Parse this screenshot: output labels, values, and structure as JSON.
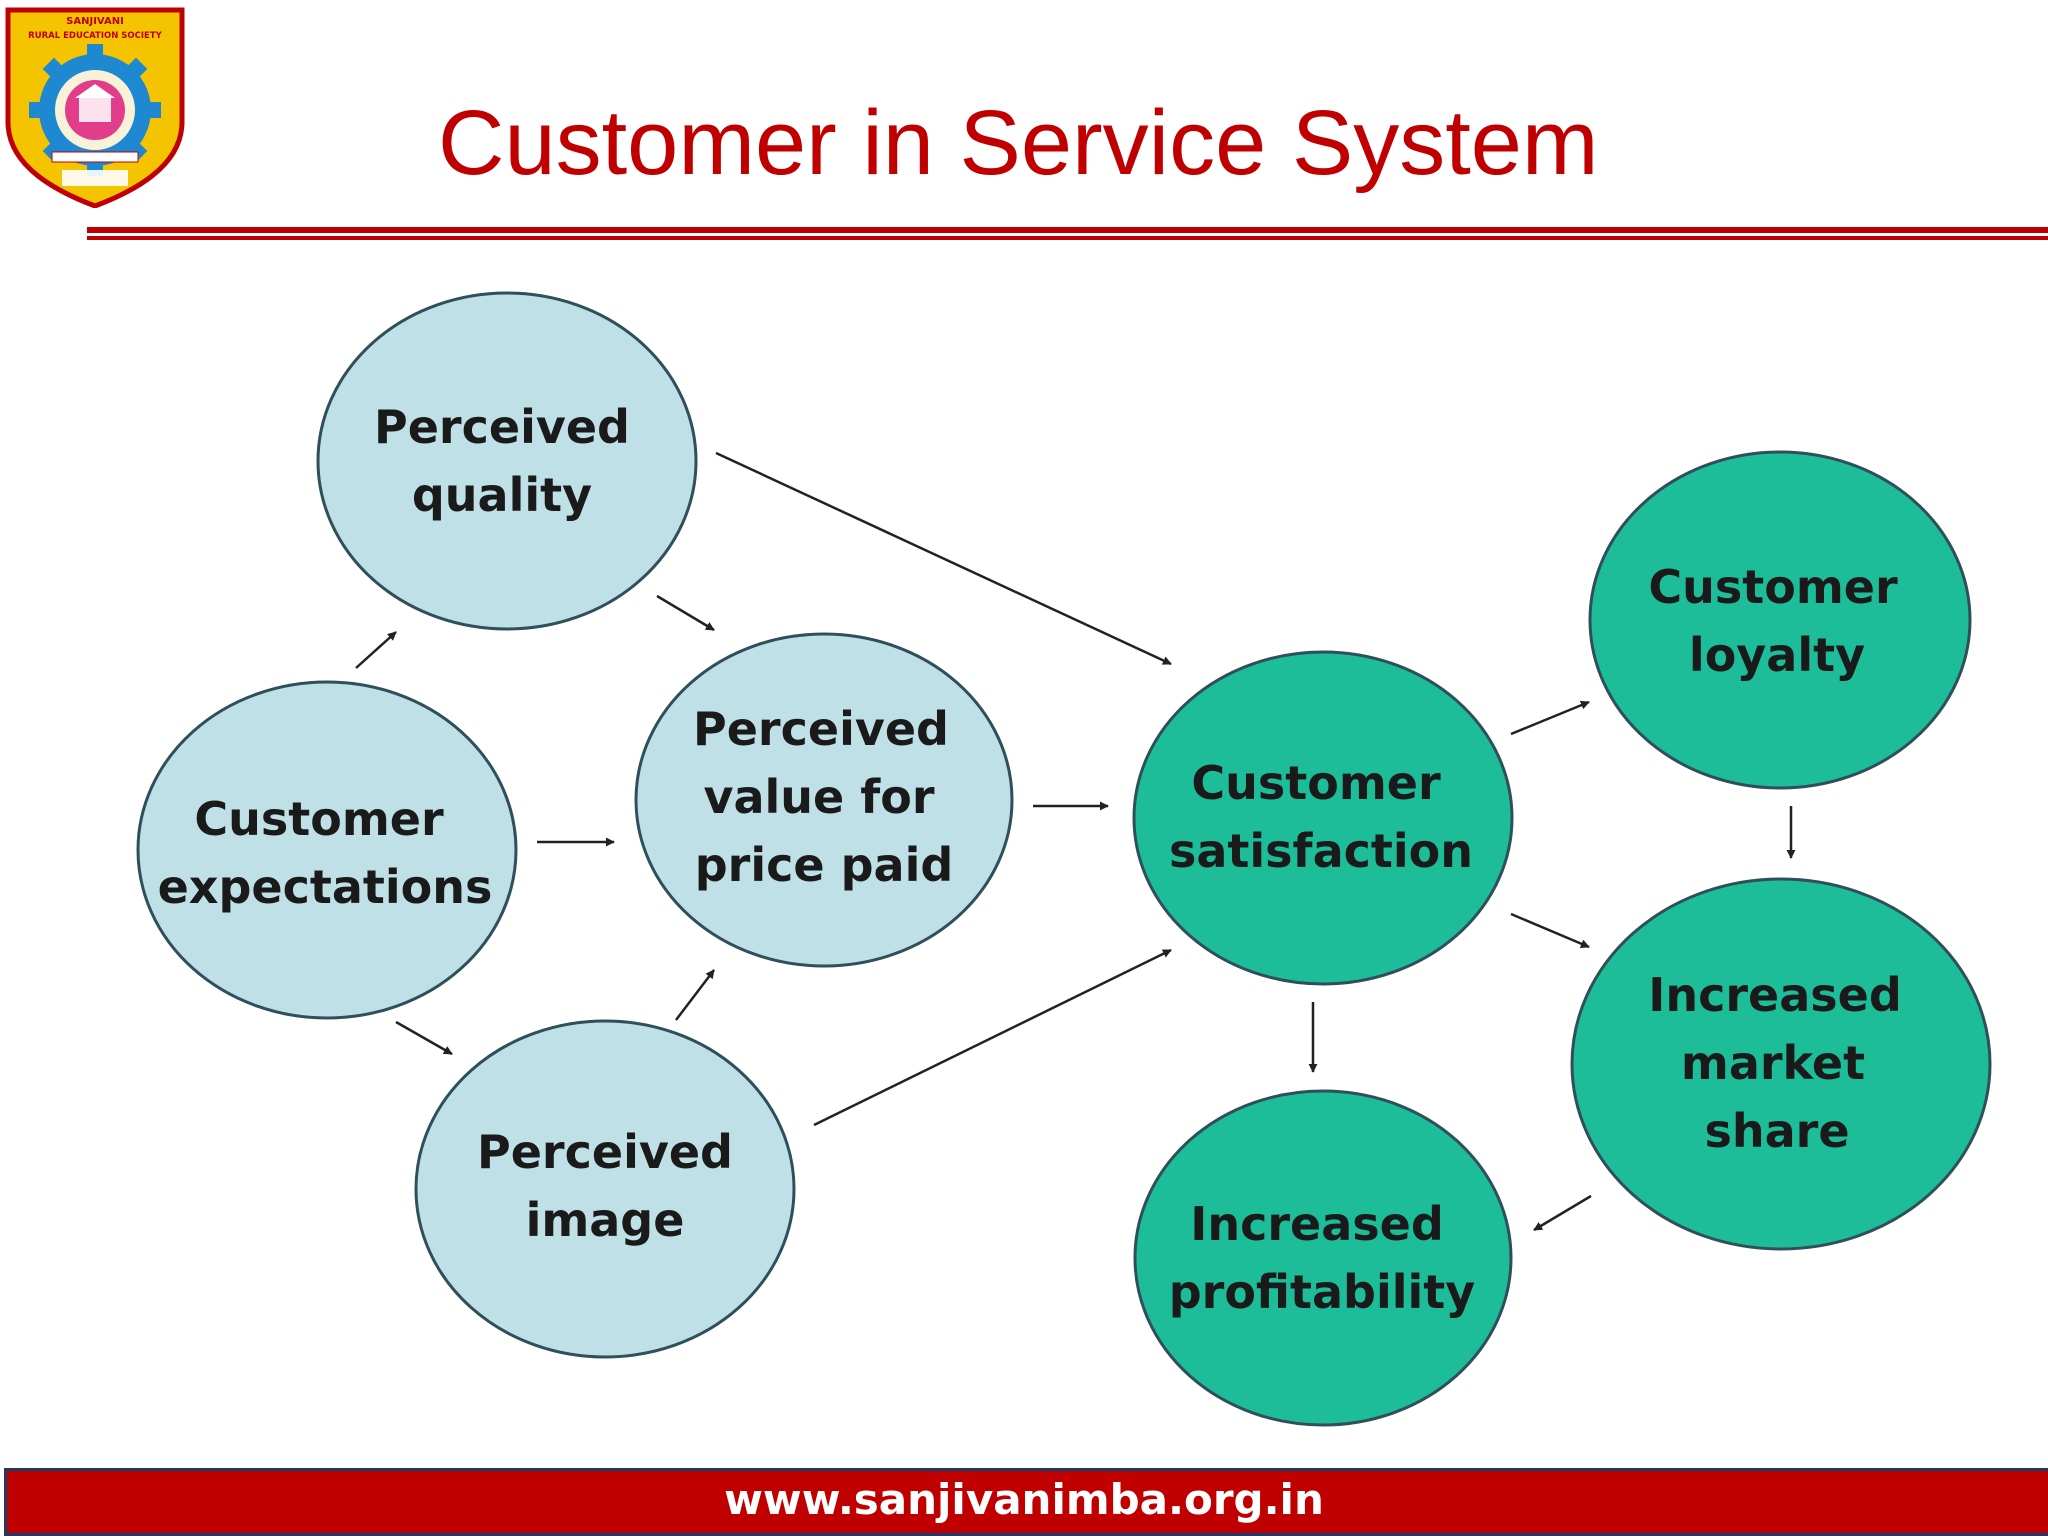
{
  "header": {
    "title": "Customer in Service System",
    "logo": {
      "text_top": "SANJIVANI",
      "text_line2": "RURAL EDUCATION SOCIETY",
      "colors": {
        "shield": "#f5c400",
        "border": "#c00000",
        "gear": "#1e88d0"
      }
    }
  },
  "colors": {
    "title": "#c00000",
    "node_light": "#bfe0e6",
    "node_dark": "#1dbd99",
    "node_stroke": "#2f4f5a",
    "arrow": "#222222",
    "footer_bg": "#c00000"
  },
  "diagram": {
    "nodes": {
      "perceived_quality": [
        "Perceived",
        "quality"
      ],
      "customer_expectations": [
        "Customer",
        "expectations"
      ],
      "perceived_value": [
        "Perceived",
        "value for",
        "price paid"
      ],
      "perceived_image": [
        "Perceived",
        "image"
      ],
      "customer_satisfaction": [
        "Customer",
        "satisfaction"
      ],
      "customer_loyalty": [
        "Customer",
        "loyalty"
      ],
      "increased_market_share": [
        "Increased",
        "market",
        "share"
      ],
      "increased_profitability": [
        "Increased",
        "profitability"
      ]
    }
  },
  "footer": {
    "url": "www.sanjivanimba.org.in"
  }
}
